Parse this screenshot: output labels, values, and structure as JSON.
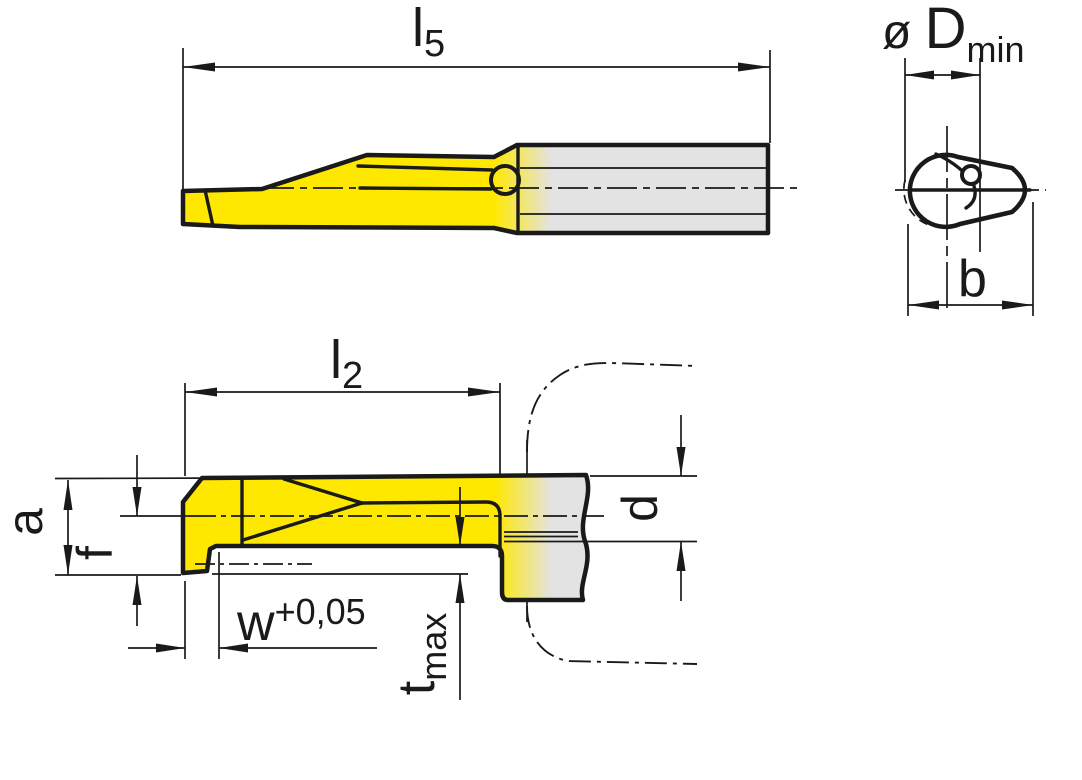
{
  "drawing": {
    "title": "Internal grooving tool dimension drawing",
    "background": "#ffffff",
    "line_color": "#1a1a1a",
    "carbide_color": "#ffe800",
    "steel_color": "#e3e3e3"
  },
  "views": {
    "side_full": "full tool side view",
    "end": "tool end view",
    "detail": "cutting head detail view"
  },
  "dimensions": {
    "l5": {
      "base": "l",
      "sub": "5"
    },
    "d_min": {
      "prefix": "ø ",
      "base": "D",
      "sub": "min"
    },
    "b": {
      "base": "b"
    },
    "l2": {
      "base": "l",
      "sub": "2"
    },
    "a": {
      "base": "a"
    },
    "f": {
      "base": "f"
    },
    "w": {
      "base": "w",
      "sup": "+0,05"
    },
    "t_max": {
      "base": "t",
      "sub": "max"
    },
    "d": {
      "base": "d"
    }
  }
}
